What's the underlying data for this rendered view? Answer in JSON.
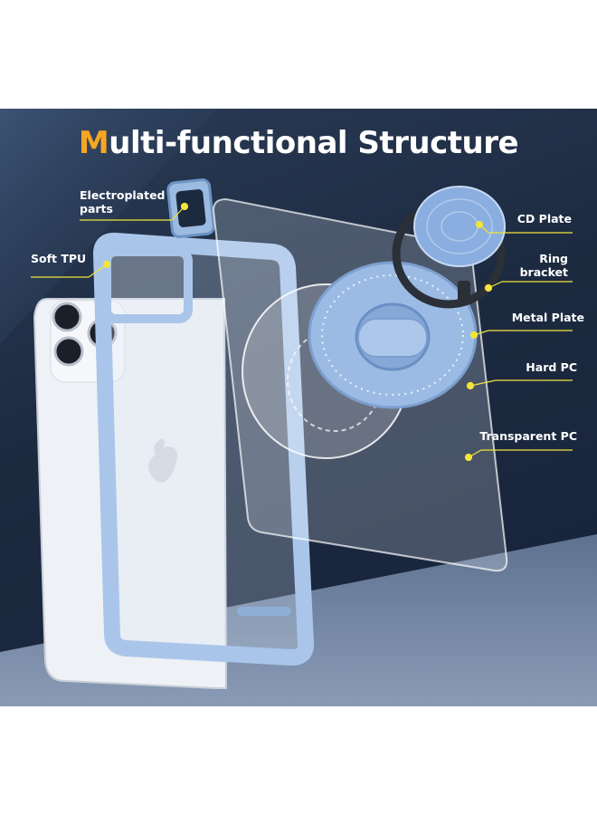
{
  "title": {
    "accent_letter": "M",
    "rest": "ulti-functional Structure"
  },
  "labels": {
    "electroplated": [
      "Electroplated",
      "parts"
    ],
    "soft_tpu": "Soft TPU",
    "cd_plate": "CD Plate",
    "ring_bracket": [
      "Ring",
      "bracket"
    ],
    "metal_plate": "Metal Plate",
    "hard_pc": "Hard PC",
    "transparent_pc": "Transparent PC"
  },
  "colors": {
    "accent": "#f6a623",
    "callout": "#f2e43a",
    "frame_blue": "#a9c6ea",
    "background": "#1c2a40"
  }
}
